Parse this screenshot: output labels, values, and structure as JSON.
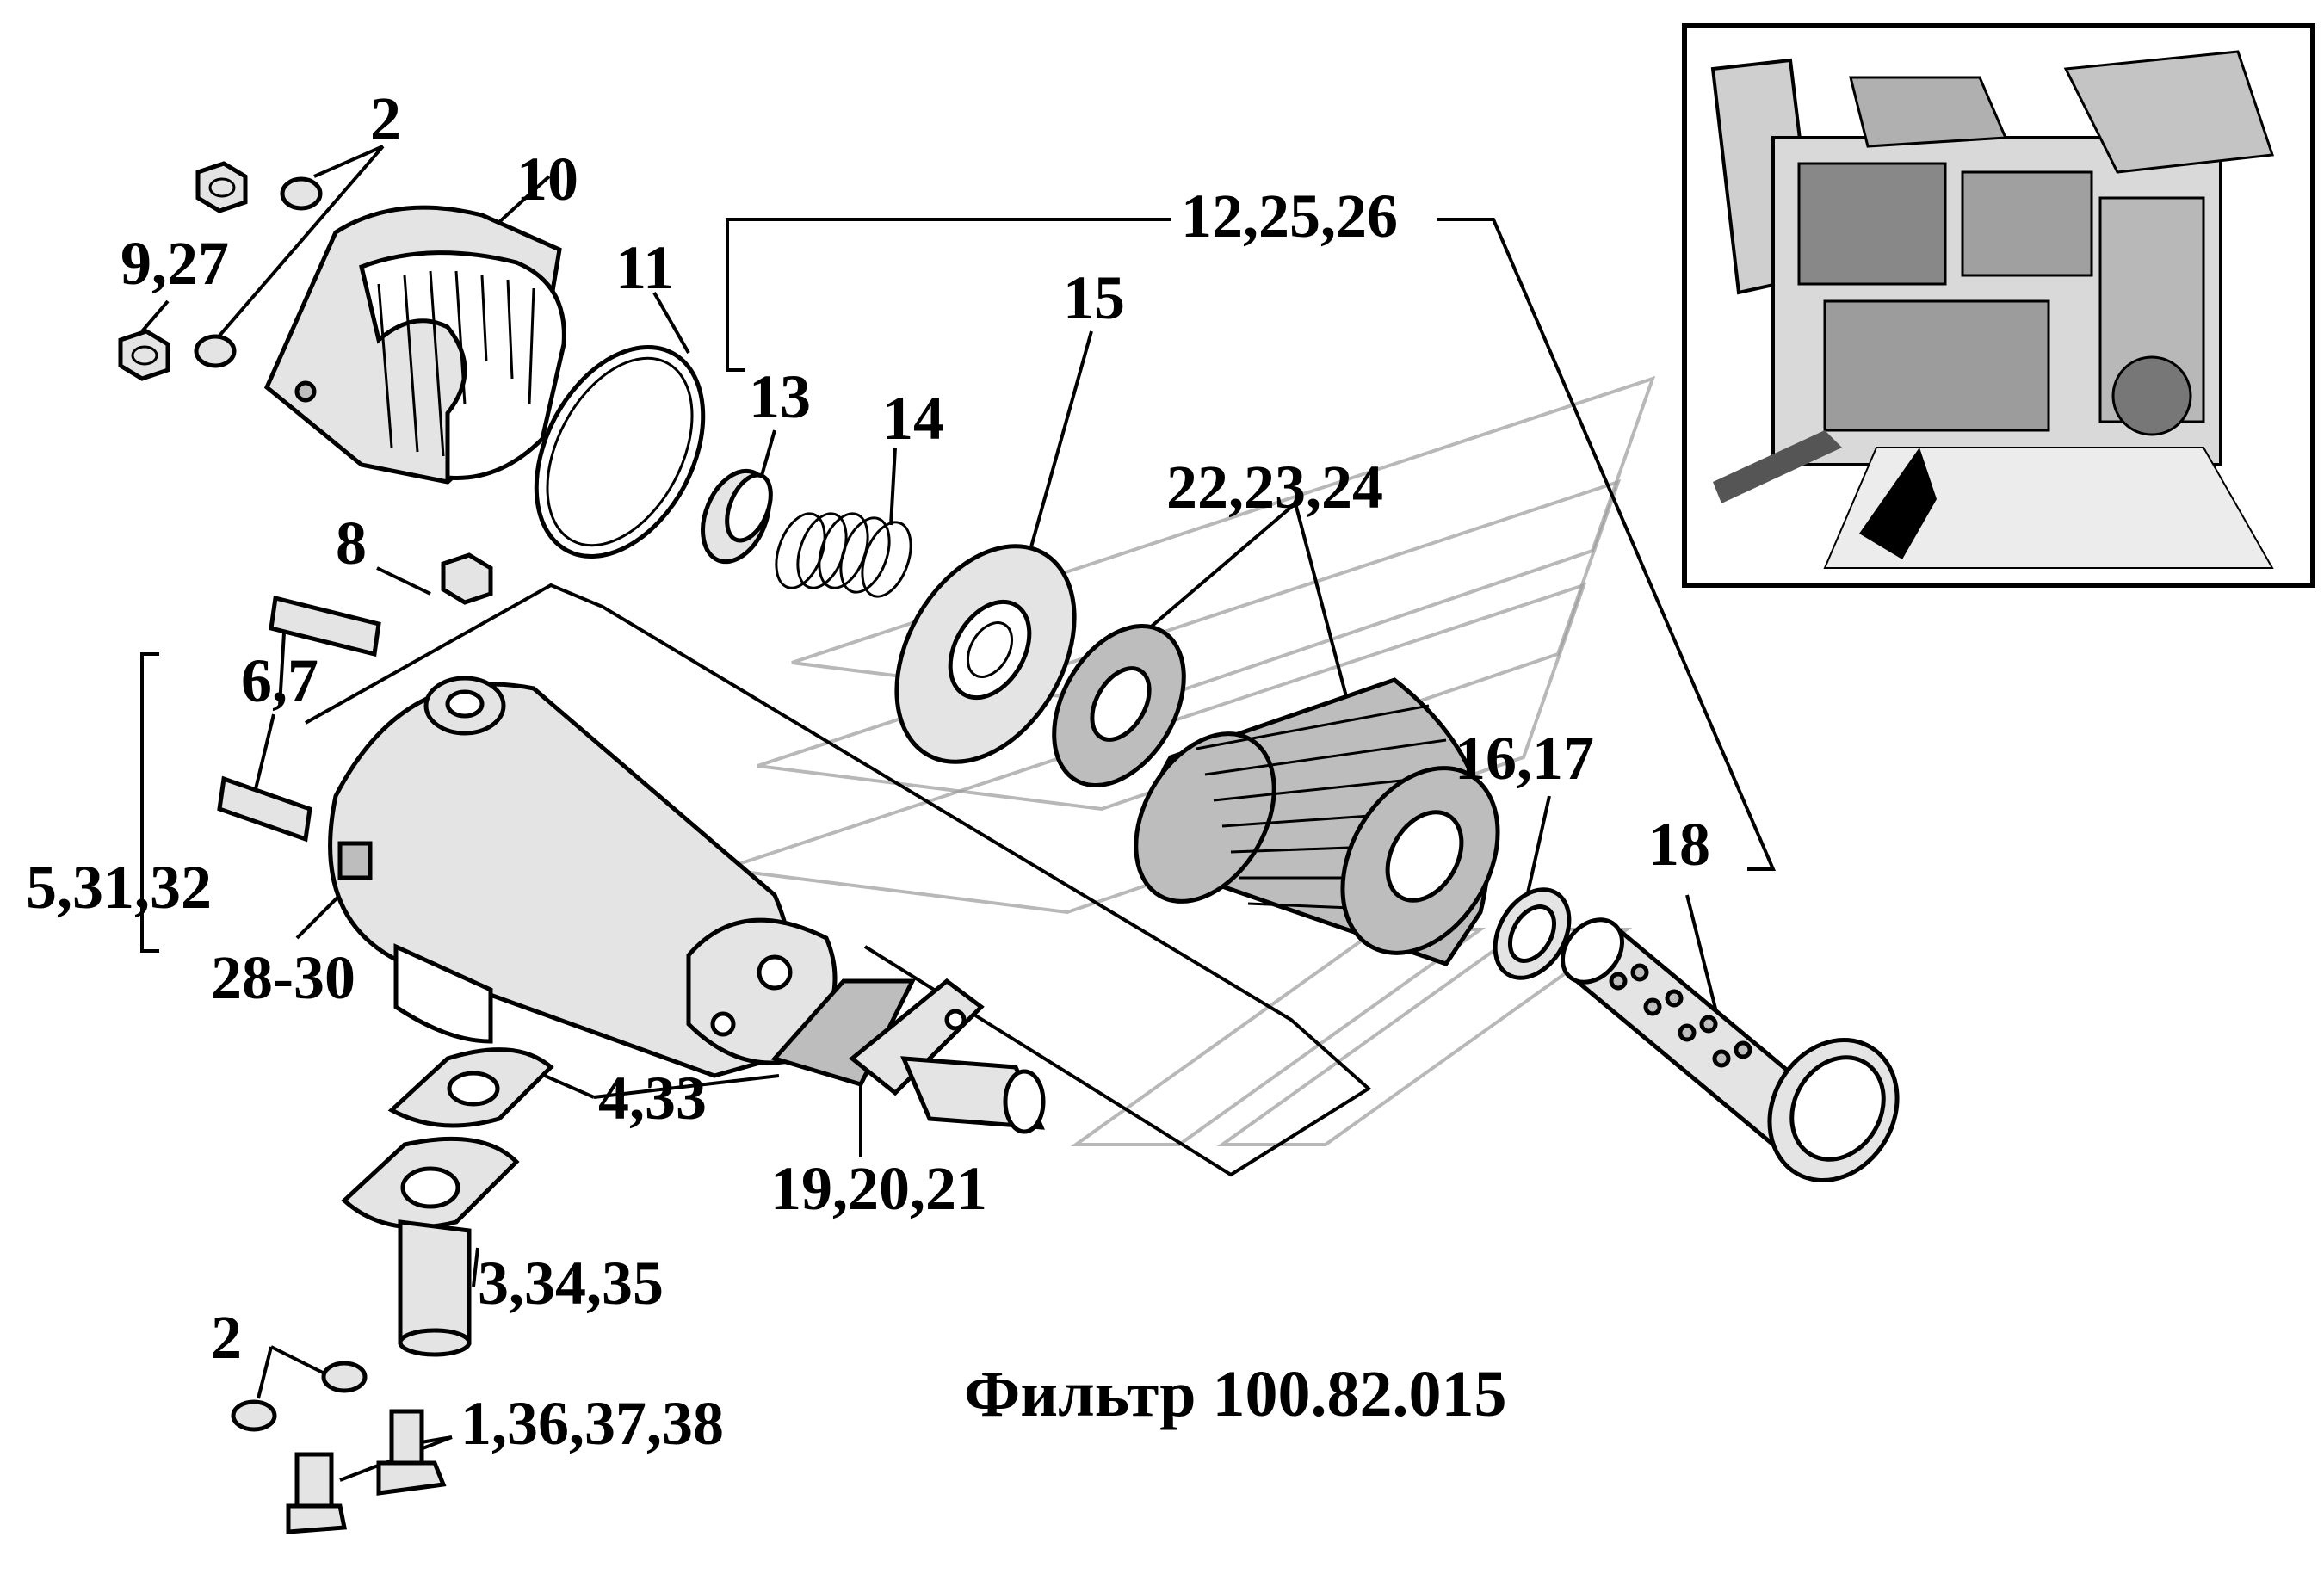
{
  "title": "Фильтр 100.82.015",
  "callouts": {
    "c2a": "2",
    "c9_27": "9,27",
    "c10": "10",
    "c11": "11",
    "c12_25_26": "12,25,26",
    "c13": "13",
    "c14": "14",
    "c15": "15",
    "c22_23_24": "22,23,24",
    "c16_17": "16,17",
    "c18": "18",
    "c8": "8",
    "c6_7": "6,7",
    "c5_31_32": "5,31,32",
    "c28_30": "28-30",
    "c4_33": "4,33",
    "c19_20_21": "19,20,21",
    "c3_34_35": "3,34,35",
    "c2b": "2",
    "c1_36_37_38": "1,36,37,38"
  }
}
